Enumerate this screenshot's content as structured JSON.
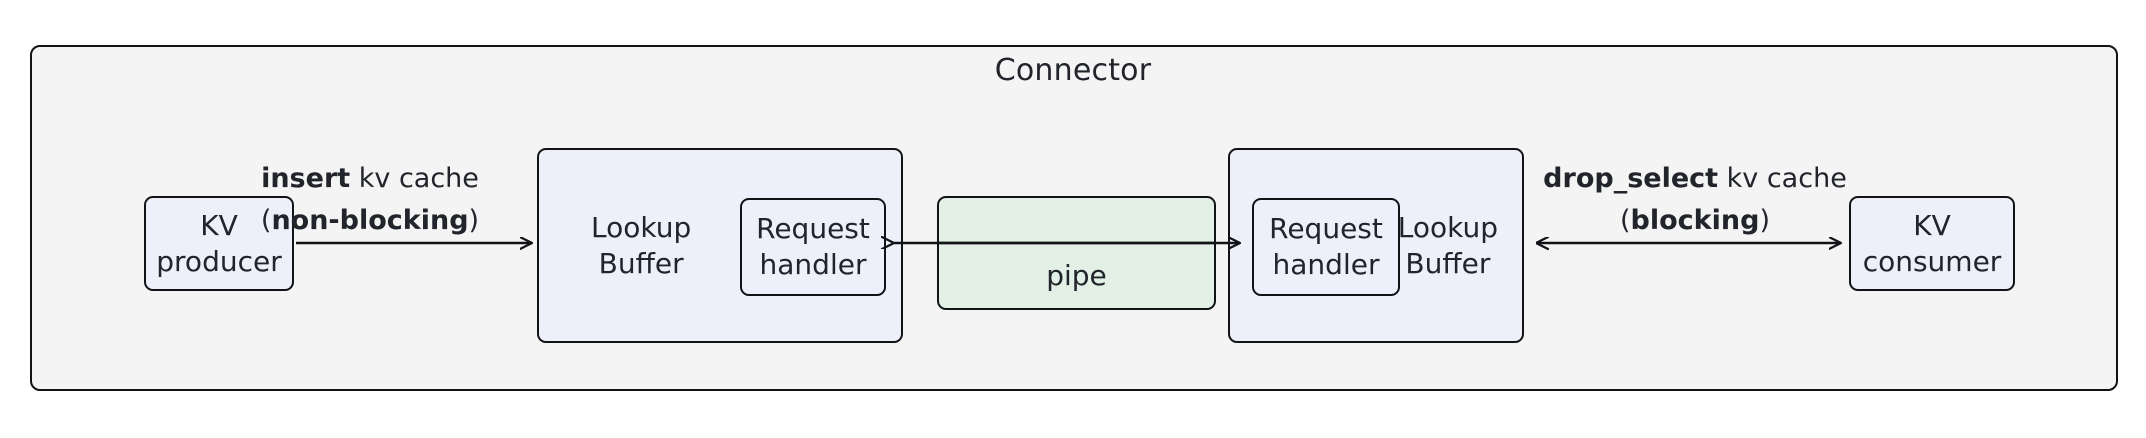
{
  "diagram": {
    "container": {
      "title": "Connector",
      "fill": "#f4f4f4",
      "stroke": "#121317"
    },
    "colors": {
      "node_fill": "#edf0fb",
      "pipe_fill": "#e2f0e6",
      "stroke": "#121317",
      "text": "#22242b"
    },
    "nodes": {
      "kv_producer": {
        "line1": "KV",
        "line2": "producer"
      },
      "lookup_buffer_left": {
        "line1": "Lookup",
        "line2": "Buffer"
      },
      "request_handler_left": {
        "line1": "Request",
        "line2": "handler"
      },
      "pipe": {
        "label": "pipe"
      },
      "request_handler_right": {
        "line1": "Request",
        "line2": "handler"
      },
      "lookup_buffer_right": {
        "line1": "Lookup",
        "line2": "Buffer"
      },
      "kv_consumer": {
        "line1": "KV",
        "line2": "consumer"
      }
    },
    "edges": {
      "insert": {
        "line1_bold": "insert",
        "line1_rest": " kv cache",
        "line2_prefix": "(",
        "line2_bold": "non-blocking",
        "line2_suffix": ")",
        "direction": "right"
      },
      "drop_select": {
        "line1_bold": "drop_select",
        "line1_rest": " kv cache",
        "line2_prefix": "(",
        "line2_bold": "blocking",
        "line2_suffix": ")",
        "direction": "both"
      },
      "pipe_left": {
        "direction": "left"
      },
      "pipe_right": {
        "direction": "right"
      }
    }
  }
}
